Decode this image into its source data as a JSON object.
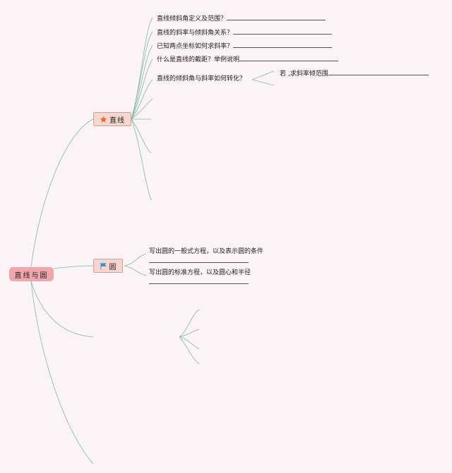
{
  "root": {
    "label": "直线与圆"
  },
  "branches": {
    "line": {
      "label": "直线",
      "icon": "star-icon",
      "questions": [
        "直线倾斜角定义及范围？",
        "直线的斜率与倾斜角关系？",
        "已知两点坐标如何求斜率？",
        "什么是直线的截距？举例说明",
        "直线的倾斜角与斜率如何转化？"
      ],
      "sub_question": "若 ,求斜率倾范围"
    },
    "circle": {
      "label": "圆",
      "icon": "flag-icon",
      "questions": [
        "写出圆的一般式方程，以及表示圆的条件",
        "写出圆的标准方程，以及圆心和半径"
      ]
    }
  },
  "colors": {
    "background": "#fcf3f6",
    "connector": "#7fb8a8",
    "root_fill": "#f1a6ad",
    "branch_fill": "#f6d5cf",
    "star": "#e8663d",
    "flag": "#3a8fd6"
  }
}
